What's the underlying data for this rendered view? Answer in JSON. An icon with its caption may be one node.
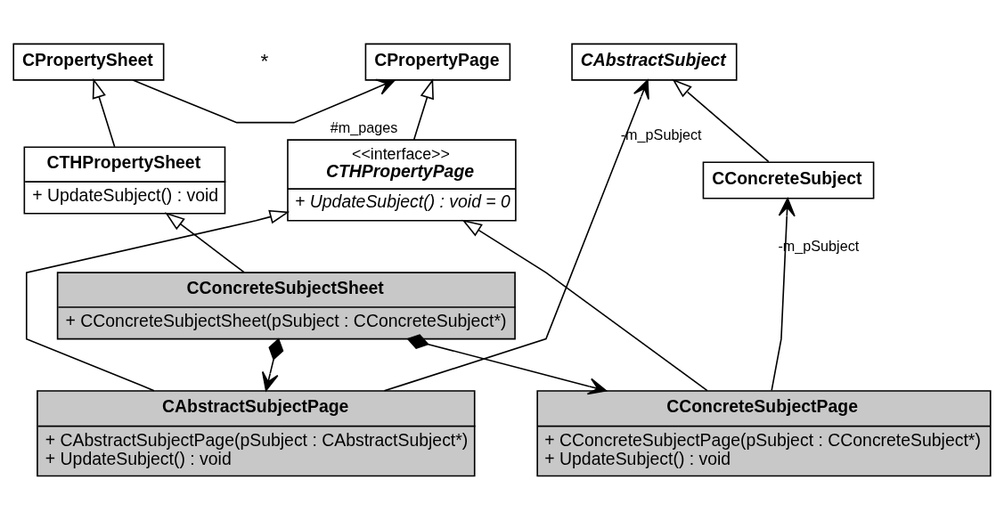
{
  "diagram": {
    "nodes": [
      {
        "text": [
          "CPropertySheet"
        ]
      },
      {
        "text": [
          "CPropertyPage"
        ]
      },
      {
        "text": [
          "CAbstractSubject"
        ]
      },
      {
        "text": [
          "CTHPropertySheet",
          "+ UpdateSubject() : void"
        ]
      },
      {
        "text": [
          "<<interface>>",
          "CTHPropertyPage",
          "+ UpdateSubject() : void = 0"
        ]
      },
      {
        "text": [
          "CConcreteSubject"
        ]
      },
      {
        "text": [
          "CConcreteSubjectSheet",
          "+ CConcreteSubjectSheet(pSubject : CConcreteSubject*)"
        ]
      },
      {
        "text": [
          "CAbstractSubjectPage",
          "+ CAbstractSubjectPage(pSubject : CAbstractSubject*)",
          "+ UpdateSubject() : void"
        ]
      },
      {
        "text": [
          "CConcreteSubjectPage",
          "+ CConcreteSubjectPage(pSubject : CConcreteSubject*)",
          "+ UpdateSubject() : void"
        ]
      }
    ],
    "edges": [
      {
        "from": 0,
        "to": 1,
        "arrow": "to",
        "label": "#m_pages"
      },
      {
        "from": 3,
        "to": 0,
        "arrow": "to"
      },
      {
        "from": 4,
        "to": 1,
        "arrow": "to"
      },
      {
        "from": 5,
        "to": 2,
        "arrow": "to"
      },
      {
        "from": 6,
        "to": 3,
        "arrow": "to"
      },
      {
        "from": 7,
        "to": 4,
        "arrow": "to"
      },
      {
        "from": 8,
        "to": 4,
        "arrow": "to"
      },
      {
        "from": 7,
        "to": 2,
        "arrow": "to",
        "label": "-m_pSubject"
      },
      {
        "from": 8,
        "to": 5,
        "arrow": "to",
        "label": "-m_pSubject"
      },
      {
        "from": 6,
        "to": 7,
        "arrow": "to"
      },
      {
        "from": 6,
        "to": 8,
        "arrow": "to"
      }
    ],
    "labels": [
      "*"
    ]
  }
}
